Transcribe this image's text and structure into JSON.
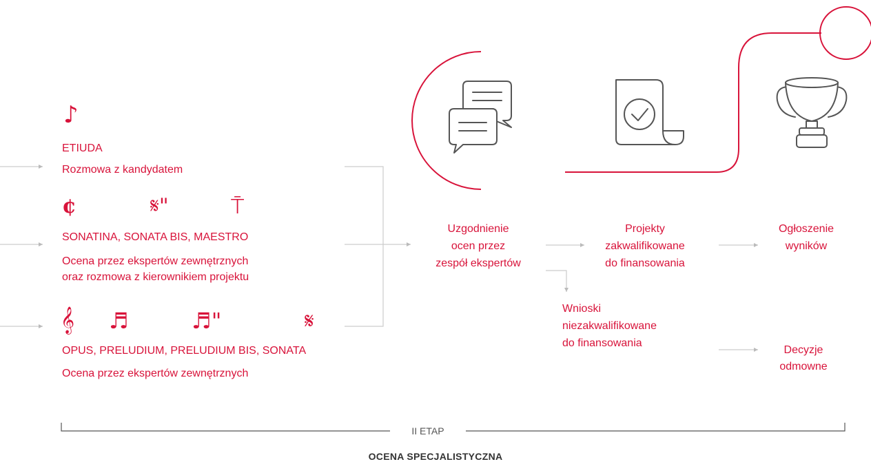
{
  "left_groups": [
    {
      "name": "ETIUDA",
      "description": [
        "Rozmowa z kandydatem"
      ],
      "icons": [
        "eighth-note-icon"
      ]
    },
    {
      "name": "SONATINA, SONATA BIS, MAESTRO",
      "description": [
        "Ocena przez ekspertów zewnętrznych",
        "oraz rozmowa z kierownikiem projektu"
      ],
      "icons": [
        "cut-time-icon",
        "segno-double-icon",
        "music-stand-icon"
      ]
    },
    {
      "name": "OPUS, PRELUDIUM, PRELUDIUM BIS, SONATA",
      "description": [
        "Ocena przez ekspertów zewnętrznych"
      ],
      "icons": [
        "treble-clef-icon",
        "sixteenth-note-icon",
        "sixteenth-note-double-icon",
        "segno-icon"
      ]
    }
  ],
  "steps": {
    "agreement": [
      "Uzgodnienie",
      "ocen przez",
      "zespół ekspertów"
    ],
    "qualified": [
      "Projekty",
      "zakwalifikowane",
      "do finansowania"
    ],
    "announcement": [
      "Ogłoszenie",
      "wyników"
    ],
    "not_qualified": [
      "Wnioski",
      "niezakwalifikowane",
      "do finansowania"
    ],
    "refusal": [
      "Decyzje",
      "odmowne"
    ]
  },
  "stage": {
    "label": "II ETAP",
    "subtitle": "OCENA SPECJALISTYCZNA"
  },
  "colors": {
    "accent": "#d8133a",
    "icon_stroke": "#555555",
    "line": "#cccccc",
    "arrow": "#bbbbbb"
  }
}
